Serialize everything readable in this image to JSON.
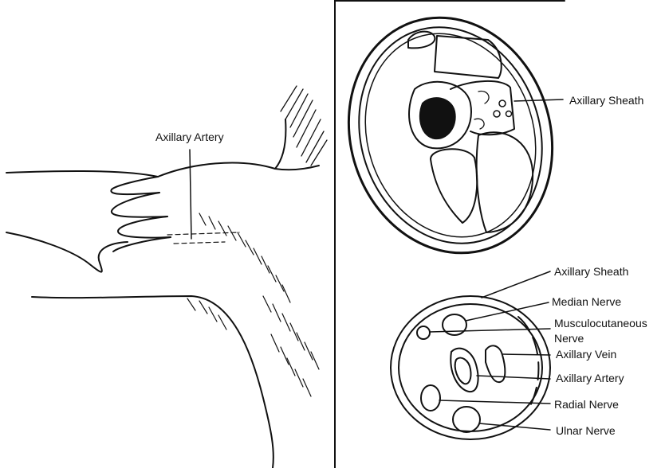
{
  "left_panel": {
    "axillary_artery_label": "Axillary Artery"
  },
  "cross_section": {
    "axillary_sheath_label": "Axillary Sheath"
  },
  "sheath_detail": {
    "axillary_sheath_label": "Axillary Sheath",
    "median_nerve_label": "Median Nerve",
    "musculocutaneous_nerve_label": "Musculocutaneous Nerve",
    "axillary_vein_label": "Axillary Vein",
    "axillary_artery_label": "Axillary Artery",
    "radial_nerve_label": "Radial Nerve",
    "ulnar_nerve_label": "Ulnar Nerve"
  }
}
